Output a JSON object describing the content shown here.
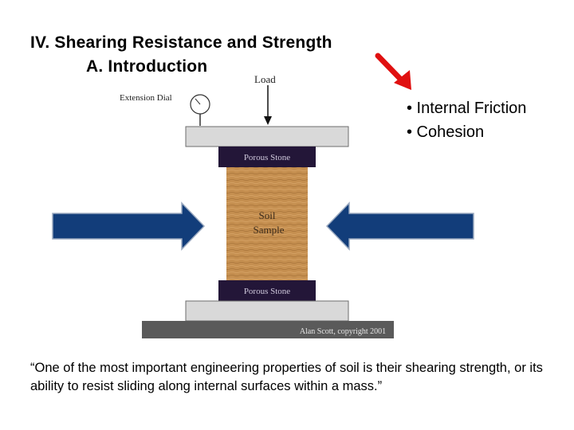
{
  "title": {
    "line1": "IV. Shearing Resistance and Strength",
    "line2": "A. Introduction"
  },
  "bullets": [
    "• Internal Friction",
    "• Cohesion"
  ],
  "diagram": {
    "load_label": "Load",
    "extension_dial_label": "Extension Dial",
    "porous_stone_top": "Porous Stone",
    "soil_sample_line1": "Soil",
    "soil_sample_line2": "Sample",
    "porous_stone_bottom": "Porous Stone",
    "copyright": "Alan Scott, copyright 2001"
  },
  "quote": "“One of the most important engineering properties of soil is their shearing strength, or its ability to resist sliding along internal surfaces within a mass.”",
  "colors": {
    "arrow_fill": "#123d7a",
    "pointer_arrow": "#e01010",
    "porous_stone": "#231638",
    "soil": "#c58f50",
    "platen": "#d9d9d9",
    "base": "#5a5a5a"
  }
}
